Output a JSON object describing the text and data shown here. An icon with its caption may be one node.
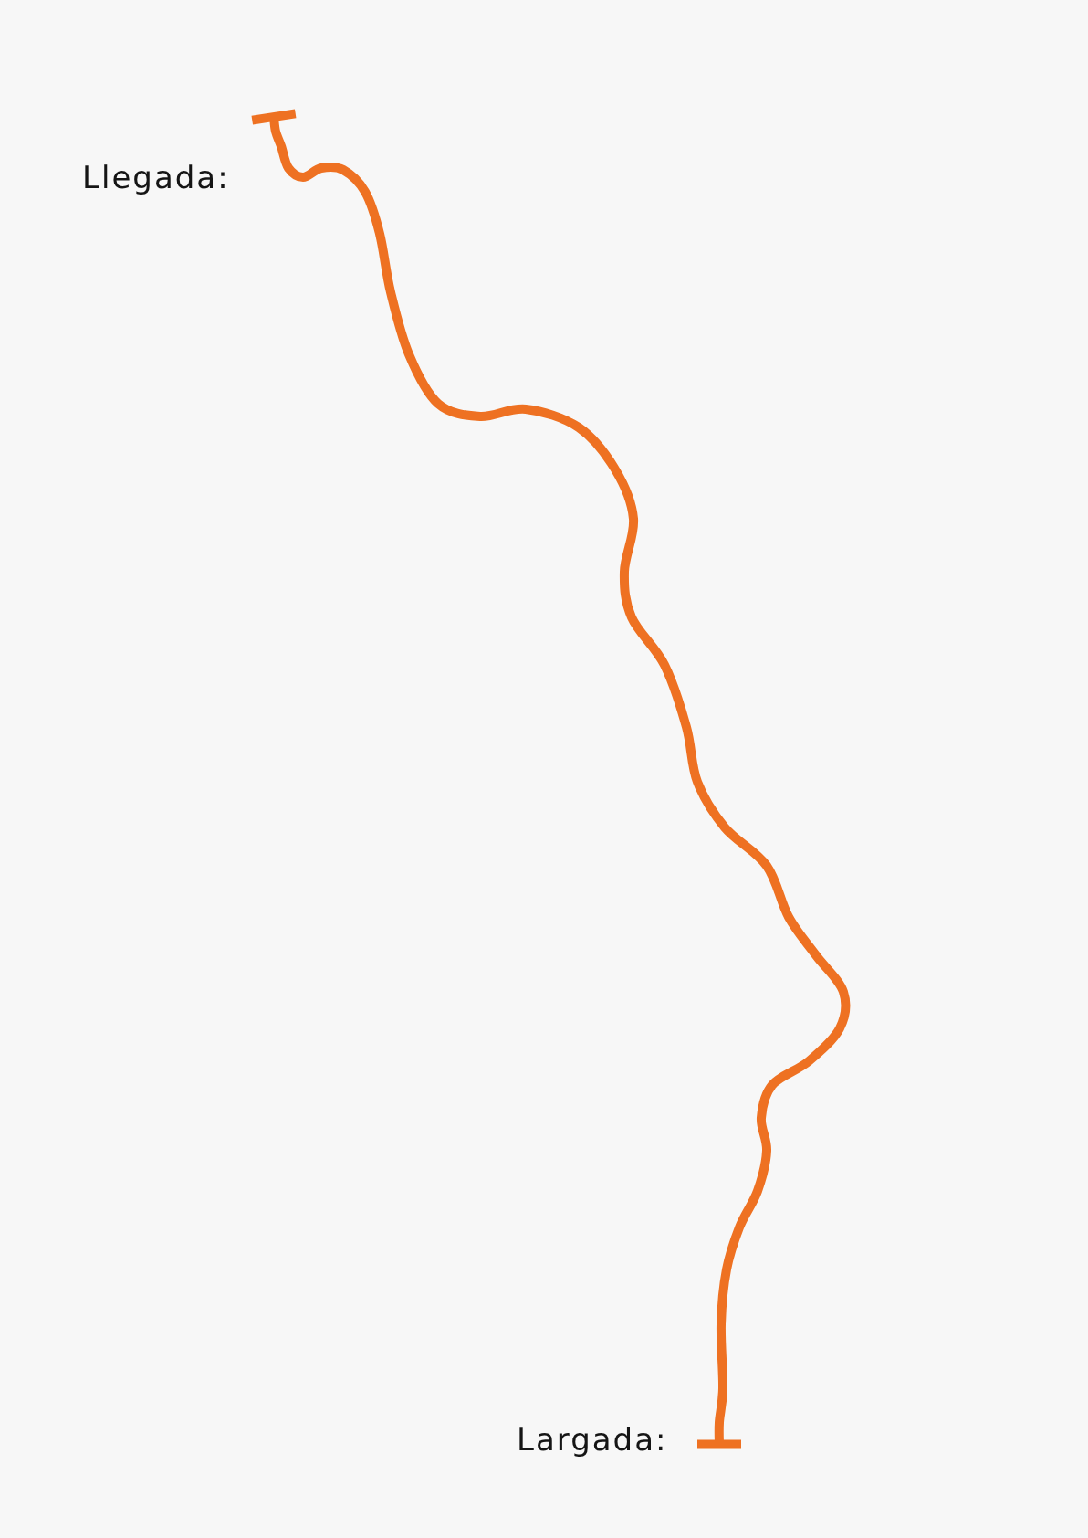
{
  "diagram": {
    "nodes": [
      {
        "text": [
          "Llegada:"
        ]
      },
      {
        "text": [
          "Largada:"
        ]
      }
    ],
    "edges": [
      {
        "from": 1,
        "to": 0,
        "arrow": "other"
      }
    ]
  }
}
